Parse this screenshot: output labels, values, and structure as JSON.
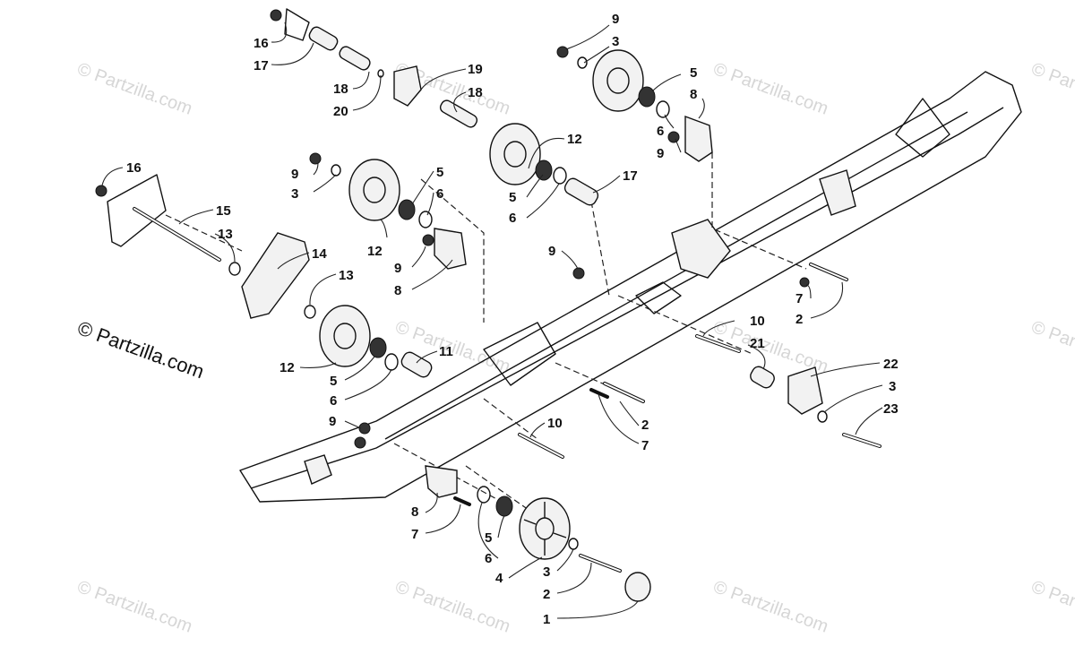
{
  "watermark_text": "© Partzilla.com",
  "brand_text": "© Partzilla.com",
  "callouts": [
    {
      "label": "16"
    },
    {
      "label": "17"
    },
    {
      "label": "18"
    },
    {
      "label": "20"
    },
    {
      "label": "19"
    },
    {
      "label": "18"
    },
    {
      "label": "9"
    },
    {
      "label": "3"
    },
    {
      "label": "5"
    },
    {
      "label": "8"
    },
    {
      "label": "6"
    },
    {
      "label": "9"
    },
    {
      "label": "12"
    },
    {
      "label": "16"
    },
    {
      "label": "9"
    },
    {
      "label": "3"
    },
    {
      "label": "5"
    },
    {
      "label": "6"
    },
    {
      "label": "5"
    },
    {
      "label": "6"
    },
    {
      "label": "17"
    },
    {
      "label": "15"
    },
    {
      "label": "13"
    },
    {
      "label": "14"
    },
    {
      "label": "13"
    },
    {
      "label": "12"
    },
    {
      "label": "9"
    },
    {
      "label": "8"
    },
    {
      "label": "9"
    },
    {
      "label": "7"
    },
    {
      "label": "2"
    },
    {
      "label": "10"
    },
    {
      "label": "21"
    },
    {
      "label": "22"
    },
    {
      "label": "3"
    },
    {
      "label": "23"
    },
    {
      "label": "12"
    },
    {
      "label": "5"
    },
    {
      "label": "6"
    },
    {
      "label": "11"
    },
    {
      "label": "2"
    },
    {
      "label": "7"
    },
    {
      "label": "9"
    },
    {
      "label": "10"
    },
    {
      "label": "8"
    },
    {
      "label": "7"
    },
    {
      "label": "5"
    },
    {
      "label": "6"
    },
    {
      "label": "4"
    },
    {
      "label": "3"
    },
    {
      "label": "2"
    },
    {
      "label": "1"
    }
  ]
}
